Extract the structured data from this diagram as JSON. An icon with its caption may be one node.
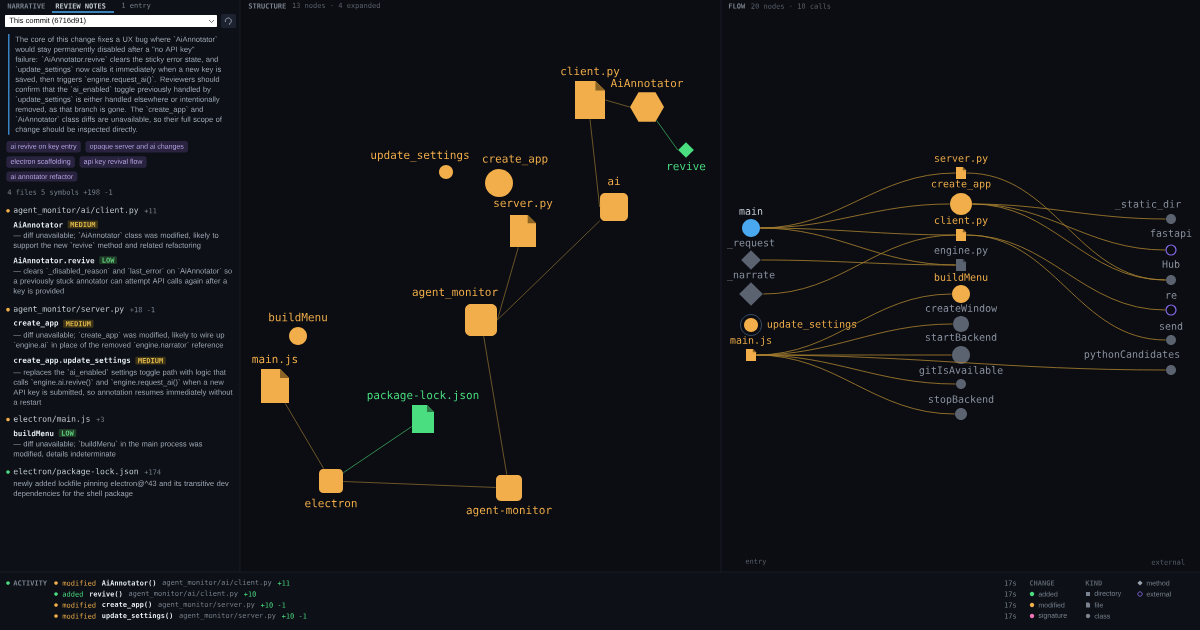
{
  "diagram": {
    "nodes": [
      {
        "text": [
          "client.py"
        ]
      },
      {
        "text": [
          "AiAnnotator"
        ]
      },
      {
        "text": [
          "revive"
        ]
      },
      {
        "text": [
          "update_settings"
        ]
      },
      {
        "text": [
          "create_app"
        ]
      },
      {
        "text": [
          "ai"
        ]
      },
      {
        "text": [
          "server.py"
        ]
      },
      {
        "text": [
          "agent_monitor"
        ]
      },
      {
        "text": [
          "buildMenu"
        ]
      },
      {
        "text": [
          "main.js"
        ]
      },
      {
        "text": [
          "package-lock.json"
        ]
      },
      {
        "text": [
          "electron"
        ]
      },
      {
        "text": [
          "agent-monitor"
        ]
      },
      {
        "text": [
          "server.py"
        ]
      },
      {
        "text": [
          "create_app"
        ]
      },
      {
        "text": [
          "client.py"
        ]
      },
      {
        "text": [
          "engine.py"
        ]
      },
      {
        "text": [
          "buildMenu"
        ]
      },
      {
        "text": [
          "createWindow"
        ]
      },
      {
        "text": [
          "startBackend"
        ]
      },
      {
        "text": [
          "gitIsAvailable"
        ]
      },
      {
        "text": [
          "stopBackend"
        ]
      },
      {
        "text": [
          "main"
        ]
      },
      {
        "text": [
          "_request"
        ]
      },
      {
        "text": [
          "_narrate"
        ]
      },
      {
        "text": [
          "update_settings"
        ]
      },
      {
        "text": [
          "main.js"
        ]
      },
      {
        "text": [
          "_static_dir"
        ]
      },
      {
        "text": [
          "fastapi"
        ]
      },
      {
        "text": [
          "Hub"
        ]
      },
      {
        "text": [
          "re"
        ]
      },
      {
        "text": [
          "send"
        ]
      },
      {
        "text": [
          "pythonCandidates"
        ]
      }
    ],
    "edges": [
      {
        "from": 0,
        "to": 1,
        "arrow": "none",
        "color": "#6b5428"
      },
      {
        "from": 1,
        "to": 2,
        "arrow": "none",
        "color": "#2f8a4f"
      },
      {
        "from": 0,
        "to": 5,
        "arrow": "none",
        "color": "#6b5428"
      },
      {
        "from": 5,
        "to": 7,
        "arrow": "none",
        "color": "#6b5428"
      },
      {
        "from": 6,
        "to": 7,
        "arrow": "none",
        "color": "#6b5428"
      },
      {
        "from": 7,
        "to": 12,
        "arrow": "none",
        "color": "#6b5428"
      },
      {
        "from": 11,
        "to": 12,
        "arrow": "none",
        "color": "#6b5428"
      },
      {
        "from": 11,
        "to": 9,
        "arrow": "none",
        "color": "#6b5428"
      },
      {
        "from": 11,
        "to": 10,
        "arrow": "none",
        "color": "#2f8a4f"
      },
      {
        "from": 22,
        "to": 13,
        "arrow": "none"
      },
      {
        "from": 22,
        "to": 14,
        "arrow": "none"
      },
      {
        "from": 22,
        "to": 15,
        "arrow": "none"
      },
      {
        "from": 22,
        "to": 16,
        "arrow": "none"
      },
      {
        "from": 23,
        "to": 16,
        "arrow": "none"
      },
      {
        "from": 24,
        "to": 15,
        "arrow": "none"
      },
      {
        "from": 14,
        "to": 29,
        "arrow": "none"
      },
      {
        "from": 14,
        "to": 27,
        "arrow": "none"
      },
      {
        "from": 14,
        "to": 28,
        "arrow": "none"
      },
      {
        "from": 13,
        "to": 29,
        "arrow": "none"
      },
      {
        "from": 15,
        "to": 30,
        "arrow": "none"
      },
      {
        "from": 15,
        "to": 31,
        "arrow": "none"
      },
      {
        "from": 26,
        "to": 17,
        "arrow": "none"
      },
      {
        "from": 26,
        "to": 18,
        "arrow": "none"
      },
      {
        "from": 26,
        "to": 19,
        "arrow": "none"
      },
      {
        "from": 26,
        "to": 20,
        "arrow": "none"
      },
      {
        "from": 26,
        "to": 21,
        "arrow": "none"
      },
      {
        "from": 26,
        "to": 32,
        "arrow": "none"
      }
    ],
    "labels": [
      "NARRATIVE",
      "REVIEW NOTES",
      "1 entry",
      "This commit (6716d91)",
      "The core of this change fixes a UX bug where `AiAnnotator` would stay permanently disabled after a \"no API key\" failure: `AiAnnotator.revive` clears the sticky error state, and `update_settings` now calls it immediately when a new key is saved, then triggers `engine.request_ai()`. Reviewers should confirm that the `ai_enabled` toggle previously handled by `update_settings` is either handled elsewhere or intentionally removed, as that branch is gone. The `create_app` and `AiAnnotator` class diffs are unavailable, so their full scope of change should be inspected directly.",
      "ai revive on key entry",
      "opaque server and ai changes",
      "electron scaffolding",
      "api key revival flow",
      "ai annotator refactor",
      "4 files  5 symbols  +198 -1",
      "agent_monitor/ai/client.py",
      "+11",
      "AiAnnotator",
      "MEDIUM",
      "— diff unavailable; `AiAnnotator` class was modified, likely to support the new `revive` method and related refactoring",
      "AiAnnotator.revive",
      "LOW",
      "— clears `_disabled_reason` and `last_error` on `AiAnnotator` so a previously stuck annotator can attempt API calls again after a key is provided",
      "agent_monitor/server.py",
      "+18 -1",
      "create_app",
      "MEDIUM",
      "— diff unavailable; `create_app` was modified, likely to wire up `engine.ai` in place of the removed `engine.narrator` reference",
      "create_app.update_settings",
      "MEDIUM",
      "— replaces the `ai_enabled` settings toggle path with logic that calls `engine.ai.revive()` and `engine.request_ai()` when a new API key is submitted, so annotation resumes immediately without a restart",
      "electron/main.js",
      "+3",
      "buildMenu",
      "LOW",
      "— diff unavailable; `buildMenu` in the main process was modified, details indeterminate",
      "electron/package-lock.json",
      "+174",
      "newly added lockfile pinning electron@^43 and its transitive dev dependencies for the shell package",
      "STRUCTURE",
      "13 nodes · 4 expanded",
      "FLOW",
      "20 nodes · 18 calls",
      "entry",
      "external",
      "ACTIVITY",
      "modified",
      "AiAnnotator()",
      "agent_monitor/ai/client.py",
      "+11",
      "added",
      "revive()",
      "agent_monitor/ai/client.py",
      "+10",
      "modified",
      "create_app()",
      "agent_monitor/server.py",
      "+10 -1",
      "modified",
      "update_settings()",
      "agent_monitor/server.py",
      "+10 -1",
      "17s",
      "17s",
      "17s",
      "17s",
      "CHANGE",
      "KIND"
    ],
    "legend": [
      {
        "text": "added",
        "color": "#4ade80"
      },
      {
        "text": "modified",
        "color": "#f2ae4a"
      },
      {
        "text": "signature",
        "color": "#f472b6"
      },
      {
        "text": "directory"
      },
      {
        "text": "file"
      },
      {
        "text": "class"
      },
      {
        "text": "method"
      },
      {
        "text": "external"
      }
    ]
  }
}
